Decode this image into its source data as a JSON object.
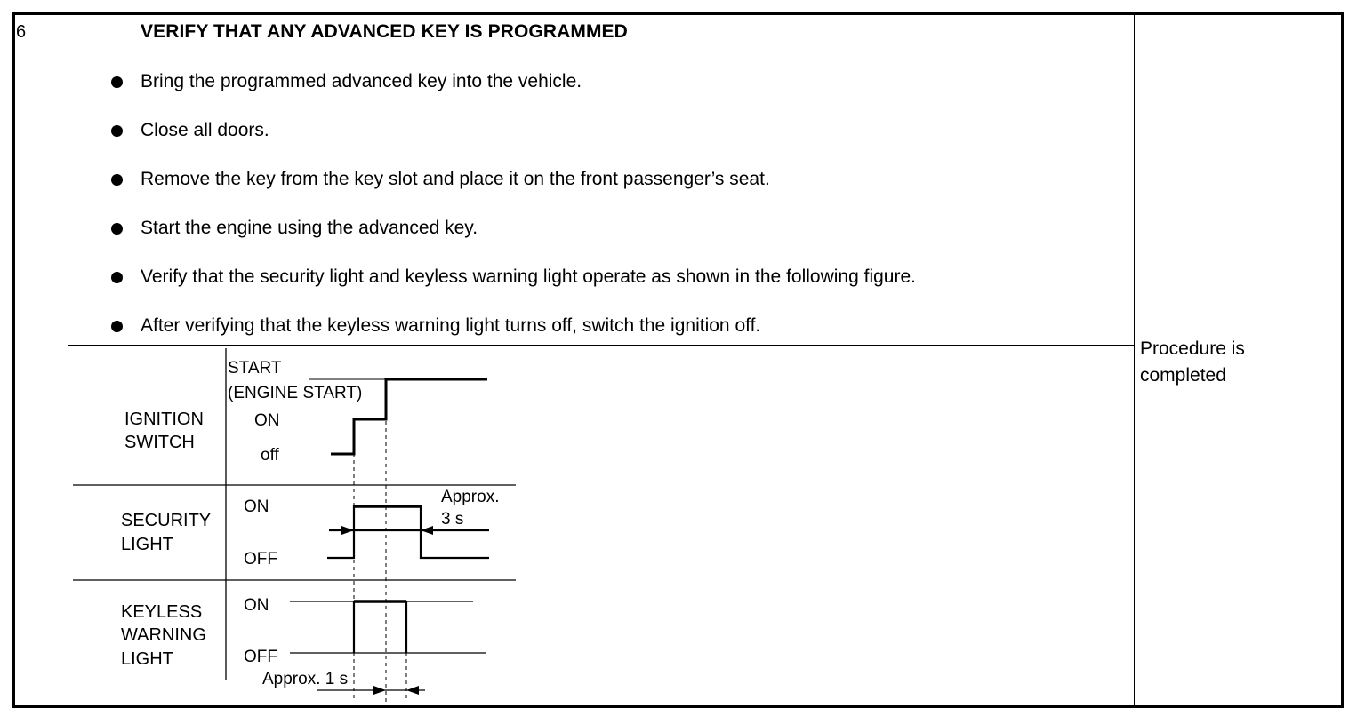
{
  "step": {
    "number": "6",
    "title": "VERIFY THAT ANY ADVANCED KEY IS PROGRAMMED"
  },
  "instructions": [
    "Bring the programmed advanced key into the vehicle.",
    "Close all doors.",
    "Remove the key from the key slot and place it on the front passenger’s seat.",
    "Start the engine using the advanced key.",
    "Verify that the security light and keyless warning light operate as shown in the following figure.",
    "After verifying that the keyless warning light turns off, switch the ignition off."
  ],
  "result_lines": [
    "Procedure is",
    "completed"
  ],
  "figure": {
    "ignition": {
      "label_lines": [
        "IGNITION",
        "SWITCH"
      ],
      "start": "START",
      "engine_start": "(ENGINE START)",
      "on": "ON",
      "off": "off"
    },
    "security": {
      "label_lines": [
        "SECURITY",
        "LIGHT"
      ],
      "on": "ON",
      "off": "OFF",
      "approx": "Approx.",
      "approx_value": "3 s"
    },
    "keyless": {
      "label_lines": [
        "KEYLESS",
        "WARNING",
        "LIGHT"
      ],
      "on": "ON",
      "off": "OFF",
      "approx": "Approx. 1 s"
    }
  }
}
